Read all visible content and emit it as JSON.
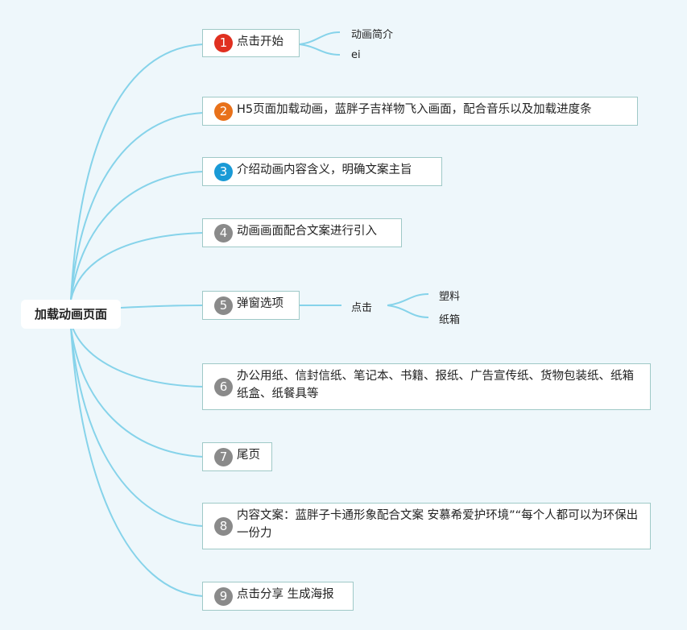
{
  "root": {
    "label": "加载动画页面"
  },
  "steps": [
    {
      "num": "1",
      "label": "点击开始",
      "badge_color": "#e03020"
    },
    {
      "num": "2",
      "label": "H5页面加载动画，蓝胖子吉祥物飞入画面，配合音乐以及加载进度条",
      "badge_color": "#e8711a"
    },
    {
      "num": "3",
      "label": "介绍动画内容含义，明确文案主旨",
      "badge_color": "#1a9ad6"
    },
    {
      "num": "4",
      "label": "动画画面配合文案进行引入",
      "badge_color": "#8a8a8a"
    },
    {
      "num": "5",
      "label": "弹窗选项",
      "badge_color": "#8a8a8a"
    },
    {
      "num": "6",
      "label": "办公用纸、信封信纸、笔记本、书籍、报纸、广告宣传纸、货物包装纸、纸箱纸盒、纸餐具等",
      "badge_color": "#8a8a8a"
    },
    {
      "num": "7",
      "label": "尾页",
      "badge_color": "#8a8a8a"
    },
    {
      "num": "8",
      "label": "内容文案：蓝胖子卡通形象配合文案 安慕希爱护环境”“每个人都可以为环保出一份力",
      "badge_color": "#8a8a8a"
    },
    {
      "num": "9",
      "label": "点击分享 生成海报",
      "badge_color": "#8a8a8a"
    }
  ],
  "step1_children": [
    "动画简介",
    "ei"
  ],
  "step5_children": {
    "label": "点击",
    "children": [
      "塑料",
      "纸箱"
    ]
  },
  "colors": {
    "line": "#86d3ea",
    "border": "#9fc9c7",
    "background": "#eef7fb"
  }
}
